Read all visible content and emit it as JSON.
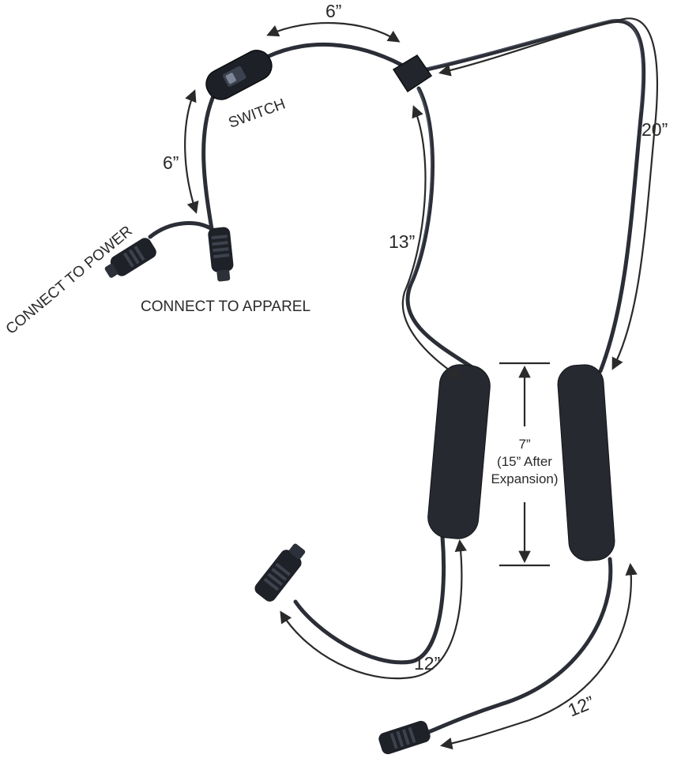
{
  "labels": {
    "switch": "SWITCH",
    "connect_power": "CONNECT TO POWER",
    "connect_apparel": "CONNECT TO APPAREL"
  },
  "dimensions": {
    "switch_to_splitter": "6”",
    "switch_to_plugs": "6”",
    "right_long": "20”",
    "left_drop": "13”",
    "coil_length": "7”",
    "coil_expanded_line1": "(15” After",
    "coil_expanded_line2": "Expansion)",
    "left_tail": "12”",
    "right_tail": "12”"
  },
  "colors": {
    "cable": "#2b2e36",
    "text": "#2a2a2a",
    "background": "#ffffff"
  }
}
